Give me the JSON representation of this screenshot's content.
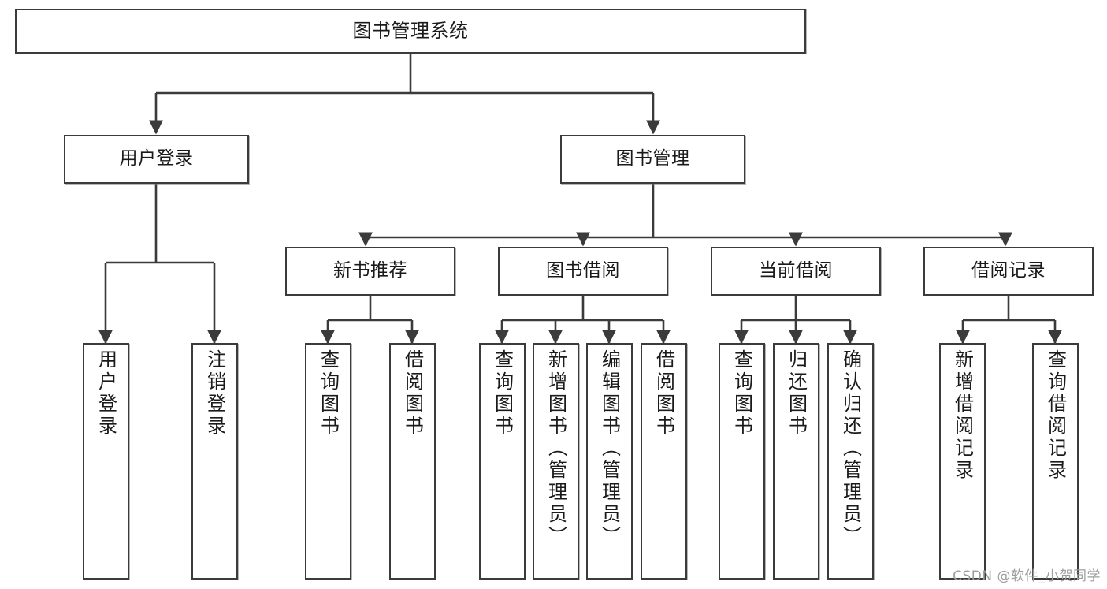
{
  "diagram": {
    "title": "图书管理系统",
    "type": "tree",
    "stroke_color": "#3b3b3b",
    "fill_color": "#ffffff",
    "text_color": "#1a1a1a",
    "root": {
      "id": "root",
      "label": "图书管理系统"
    },
    "level1": [
      {
        "id": "user-login",
        "label": "用户登录"
      },
      {
        "id": "book-manage",
        "label": "图书管理"
      }
    ],
    "level2": [
      {
        "id": "new-book-rec",
        "label": "新书推荐",
        "parent": "book-manage"
      },
      {
        "id": "book-borrow",
        "label": "图书借阅",
        "parent": "book-manage"
      },
      {
        "id": "current-borrow",
        "label": "当前借阅",
        "parent": "book-manage"
      },
      {
        "id": "borrow-record",
        "label": "借阅记录",
        "parent": "book-manage"
      }
    ],
    "leaves": [
      {
        "id": "leaf-user-login",
        "label": "用户登录",
        "parent": "user-login"
      },
      {
        "id": "leaf-logout",
        "label": "注销登录",
        "parent": "user-login"
      },
      {
        "id": "leaf-query-book-1",
        "label": "查询图书",
        "parent": "new-book-rec"
      },
      {
        "id": "leaf-borrow-book-1",
        "label": "借阅图书",
        "parent": "new-book-rec"
      },
      {
        "id": "leaf-query-book-2",
        "label": "查询图书",
        "parent": "book-borrow"
      },
      {
        "id": "leaf-add-book",
        "label": "新增图书（管理员）",
        "parent": "book-borrow"
      },
      {
        "id": "leaf-edit-book",
        "label": "编辑图书（管理员）",
        "parent": "book-borrow"
      },
      {
        "id": "leaf-borrow-book-2",
        "label": "借阅图书",
        "parent": "book-borrow"
      },
      {
        "id": "leaf-query-book-3",
        "label": "查询图书",
        "parent": "current-borrow"
      },
      {
        "id": "leaf-return-book",
        "label": "归还图书",
        "parent": "current-borrow"
      },
      {
        "id": "leaf-confirm-return",
        "label": "确认归还（管理员）",
        "parent": "current-borrow"
      },
      {
        "id": "leaf-add-record",
        "label": "新增借阅记录",
        "parent": "borrow-record"
      },
      {
        "id": "leaf-query-record",
        "label": "查询借阅记录",
        "parent": "borrow-record"
      }
    ]
  },
  "watermark": {
    "text": "CSDN @软件_小贺同学"
  }
}
